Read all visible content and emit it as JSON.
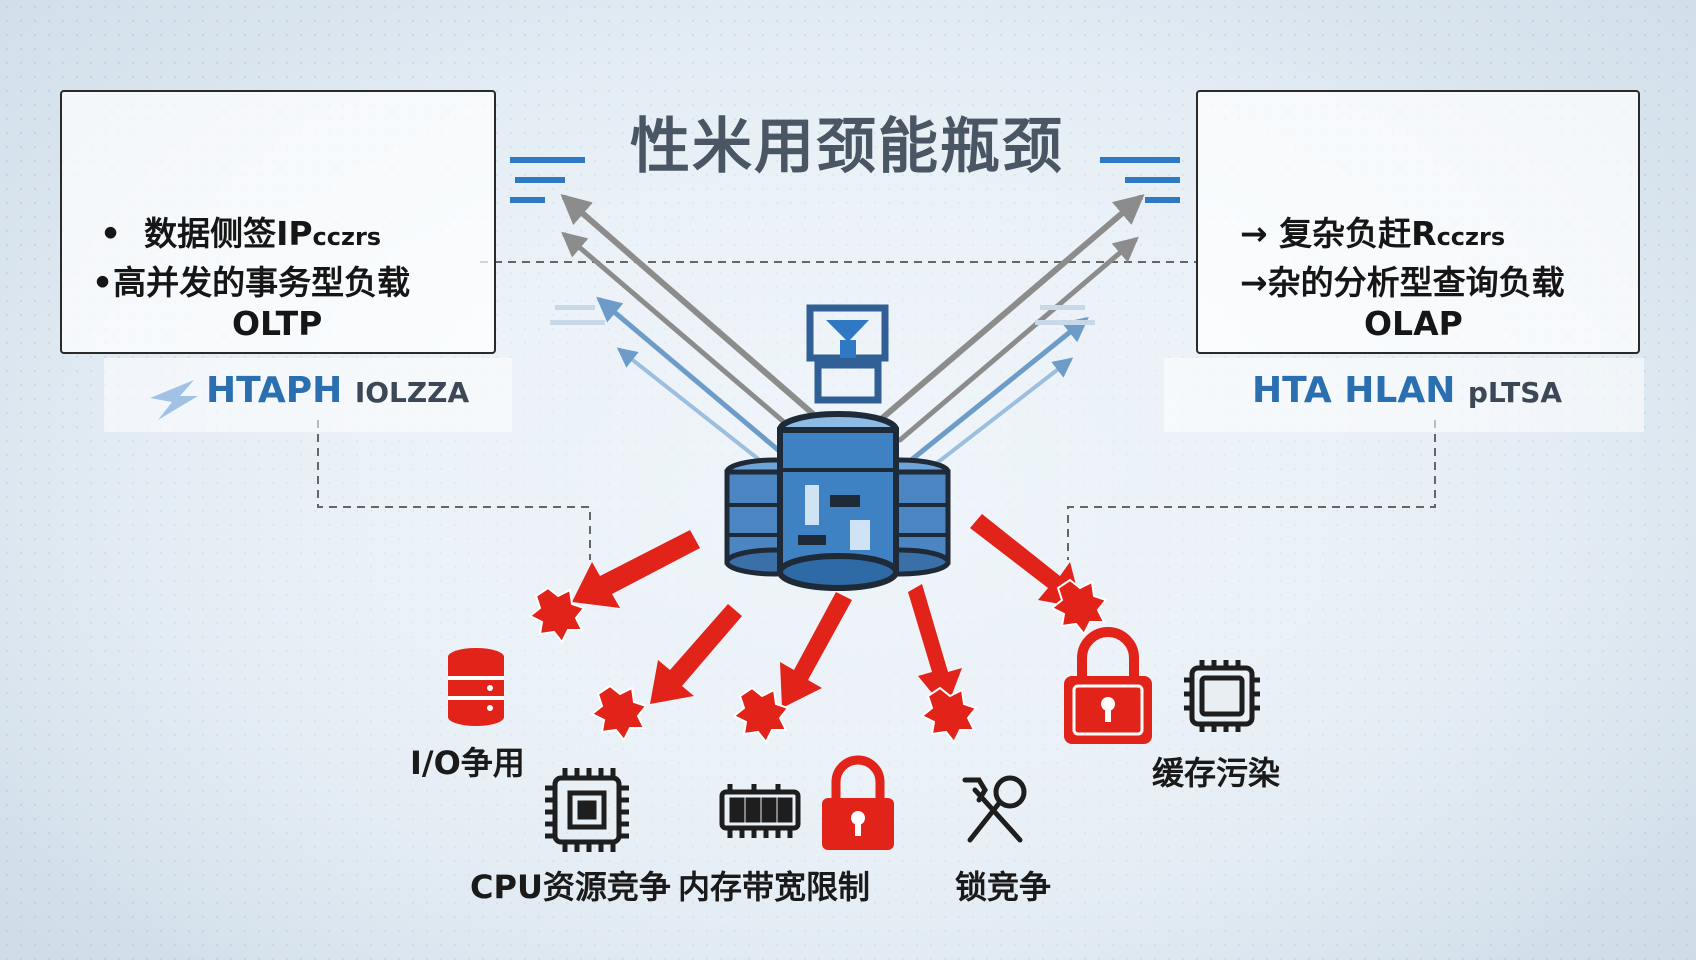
{
  "title": "性米用颈能瓶颈",
  "left_panel": {
    "line1": "数据侧签IP",
    "line1_small": "cczrs",
    "line2": "高并发的事务型负载",
    "line3": "OLTP",
    "tag_main": "HTAPH",
    "tag_small": "IOLZZA"
  },
  "right_panel": {
    "line1": "复杂负赶R",
    "line1_small": "cczrs",
    "line2": "杂的分析型查询负载",
    "line3": "OLAP",
    "tag_main": "HTA HLAN",
    "tag_small": "pLTSA"
  },
  "bottlenecks": {
    "io": "I/O争用",
    "cpu": "CPU资源竞争",
    "memory": "内存带宽限制",
    "lock": "锁竞争",
    "cache": "缓存污染"
  },
  "colors": {
    "accent_blue": "#2f78c4",
    "warning_red": "#e2231a",
    "dark": "#1e2a38"
  }
}
